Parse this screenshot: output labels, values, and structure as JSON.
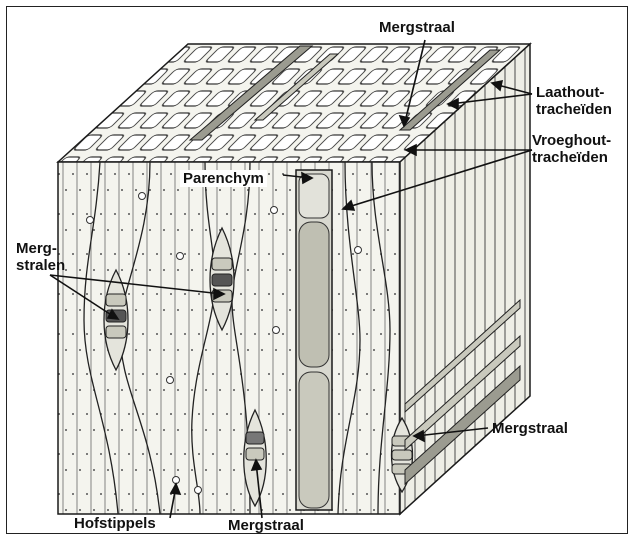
{
  "labels": {
    "mergstraal_top": "Mergstraal",
    "laathout": "Laathout-\ntracheïden",
    "vroeghout": "Vroeghout-\ntracheïden",
    "parenchym": "Parenchym",
    "mergstralen": "Merg-\nstralen",
    "mergstraal_right": "Mergstraal",
    "hofstippels": "Hofstippels",
    "mergstraal_bottom": "Mergstraal"
  },
  "colors": {
    "line": "#1a1a1a",
    "wood_light": "#f4f4ee",
    "wood_mid": "#d8d8cf",
    "wood_dark": "#9b9b90",
    "ray_fill": "#c9c9bd"
  }
}
